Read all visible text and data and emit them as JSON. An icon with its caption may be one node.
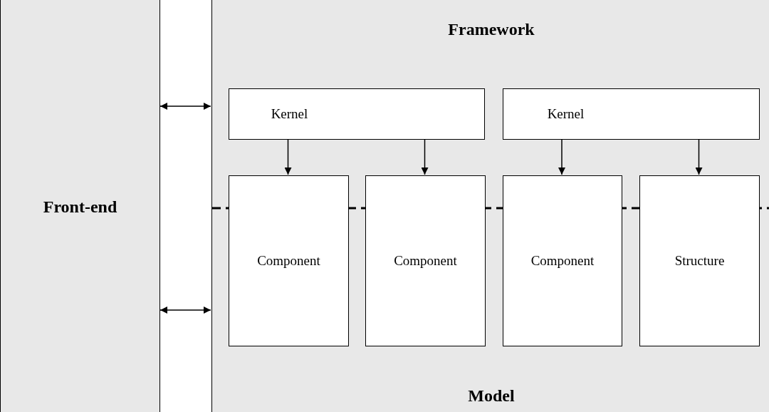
{
  "diagram": {
    "nodes": [
      {
        "text": [
          "Front-end"
        ]
      },
      {
        "text": [
          "Framework",
          "Model"
        ]
      },
      {
        "text": [
          "Kernel"
        ],
        "in": 1
      },
      {
        "text": [
          "Kernel"
        ],
        "in": 1
      },
      {
        "text": [
          "Component"
        ],
        "in": 1
      },
      {
        "text": [
          "Component"
        ],
        "in": 1
      },
      {
        "text": [
          "Component"
        ],
        "in": 1
      },
      {
        "text": [
          "Structure"
        ],
        "in": 1
      }
    ],
    "edges": [
      {
        "from": 0,
        "to": 1,
        "arrow": "both"
      },
      {
        "from": 0,
        "to": 1,
        "arrow": "both"
      },
      {
        "from": 2,
        "to": 4,
        "arrow": "to"
      },
      {
        "from": 2,
        "to": 5,
        "arrow": "to"
      },
      {
        "from": 3,
        "to": 6,
        "arrow": "to"
      },
      {
        "from": 3,
        "to": 7,
        "arrow": "to"
      }
    ]
  }
}
